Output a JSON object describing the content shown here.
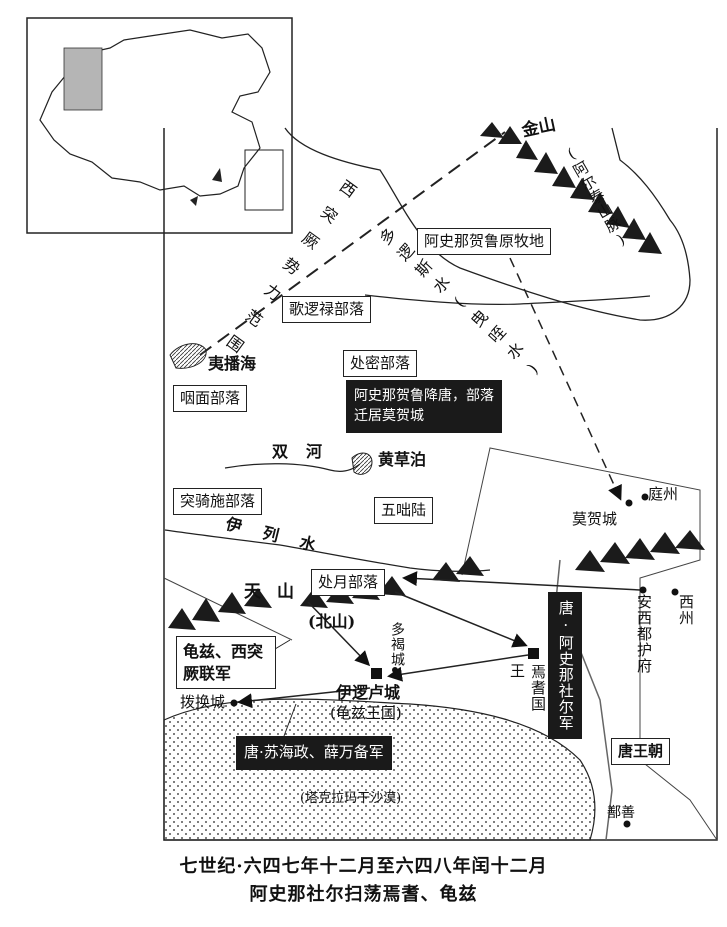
{
  "caption": {
    "line1": "七世纪·六四七年十二月至六四八年闰十二月",
    "line2": "阿史那社尔扫荡焉耆、龟兹"
  },
  "labels": {
    "jinshan": "金山",
    "altai": "(阿尔泰山脉)",
    "west_turks": "西突厥势力范围",
    "duoluosi": "多逻斯水(曳咥水)",
    "ashina_pasture": "阿史那贺鲁原牧地",
    "geluolu": "歌逻禄部落",
    "yibo_sea": "夷播海",
    "chumi": "处密部落",
    "yanmian": "咽面部落",
    "helu_surrender": "阿史那贺鲁降唐，部落迁居莫贺城",
    "shuanghe": "双河",
    "huangcaopo": "黄草泊",
    "tuqishi": "突骑施部落",
    "wuduolu": "五咄陆",
    "yilie": "伊列水",
    "tianshan": "天山",
    "beishan": "(北山)",
    "chuyue": "处月部落",
    "qiuci_allied": "龟兹、西突厥联军",
    "duohecheng": "多褐城",
    "boluohuancheng": "拨换城",
    "yiluolucheng": "伊逻卢城",
    "qiuci_kingdom": "(龟兹王国)",
    "yanqi": "焉耆国",
    "yanqi_wang": "王",
    "tang_ashina": "唐·阿史那社尔军",
    "tang_su": "唐·苏海政、薛万备军",
    "mohecheng": "莫贺城",
    "tingzhou": "庭州",
    "anxi": "安西都护府",
    "xizhou": "西州",
    "tang_dynasty": "唐王朝",
    "taklamakan": "(塔克拉玛干沙漠)",
    "shanshan": "鄯善"
  },
  "colors": {
    "ink": "#111111",
    "dark_box": "#1a1a1a",
    "background": "#ffffff",
    "inset_shade": "#b5b5b5"
  }
}
